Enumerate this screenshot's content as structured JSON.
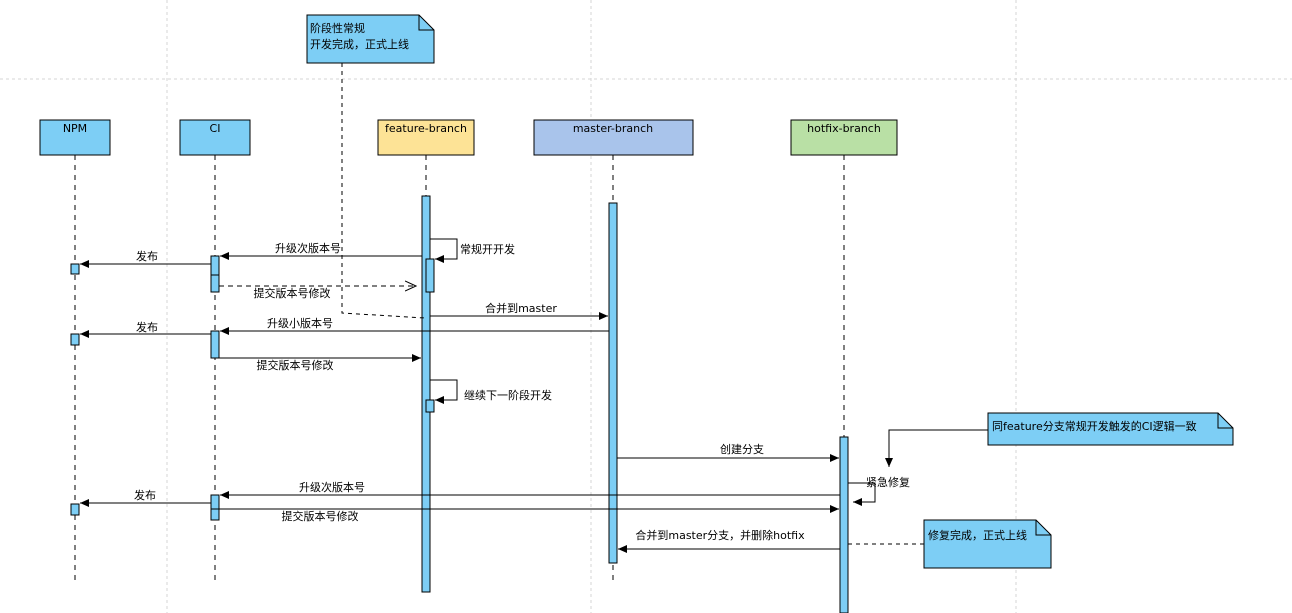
{
  "participants": {
    "npm": "NPM",
    "ci": "CI",
    "feature": "feature-branch",
    "master": "master-branch",
    "hotfix": "hotfix-branch"
  },
  "colors": {
    "npm": "#7dcef5",
    "ci": "#7dcef5",
    "feature": "#fde396",
    "master": "#a9c4eb",
    "hotfix": "#b9e0a5",
    "activation": "#7dcef5",
    "note": "#7dcef5"
  },
  "notes": {
    "stage_release_line1": "阶段性常规",
    "stage_release_line2": "开发完成，正式上线",
    "same_as_feature": "同feature分支常规开发触发的CI逻辑一致",
    "fix_done": "修复完成，正式上线"
  },
  "messages": {
    "regular_dev": "常规开开发",
    "bump_minor_1": "升级次版本号",
    "publish_1": "发布",
    "commit_version_1": "提交版本号修改",
    "merge_to_master": "合并到master",
    "bump_patch": "升级小版本号",
    "publish_2": "发布",
    "commit_version_2": "提交版本号修改",
    "continue_next": "继续下一阶段开发",
    "create_branch": "创建分支",
    "urgent_fix": "紧急修复",
    "bump_minor_2": "升级次版本号",
    "publish_3": "发布",
    "commit_version_3": "提交版本号修改",
    "merge_delete_hotfix": "合并到master分支，并删除hotfix"
  }
}
